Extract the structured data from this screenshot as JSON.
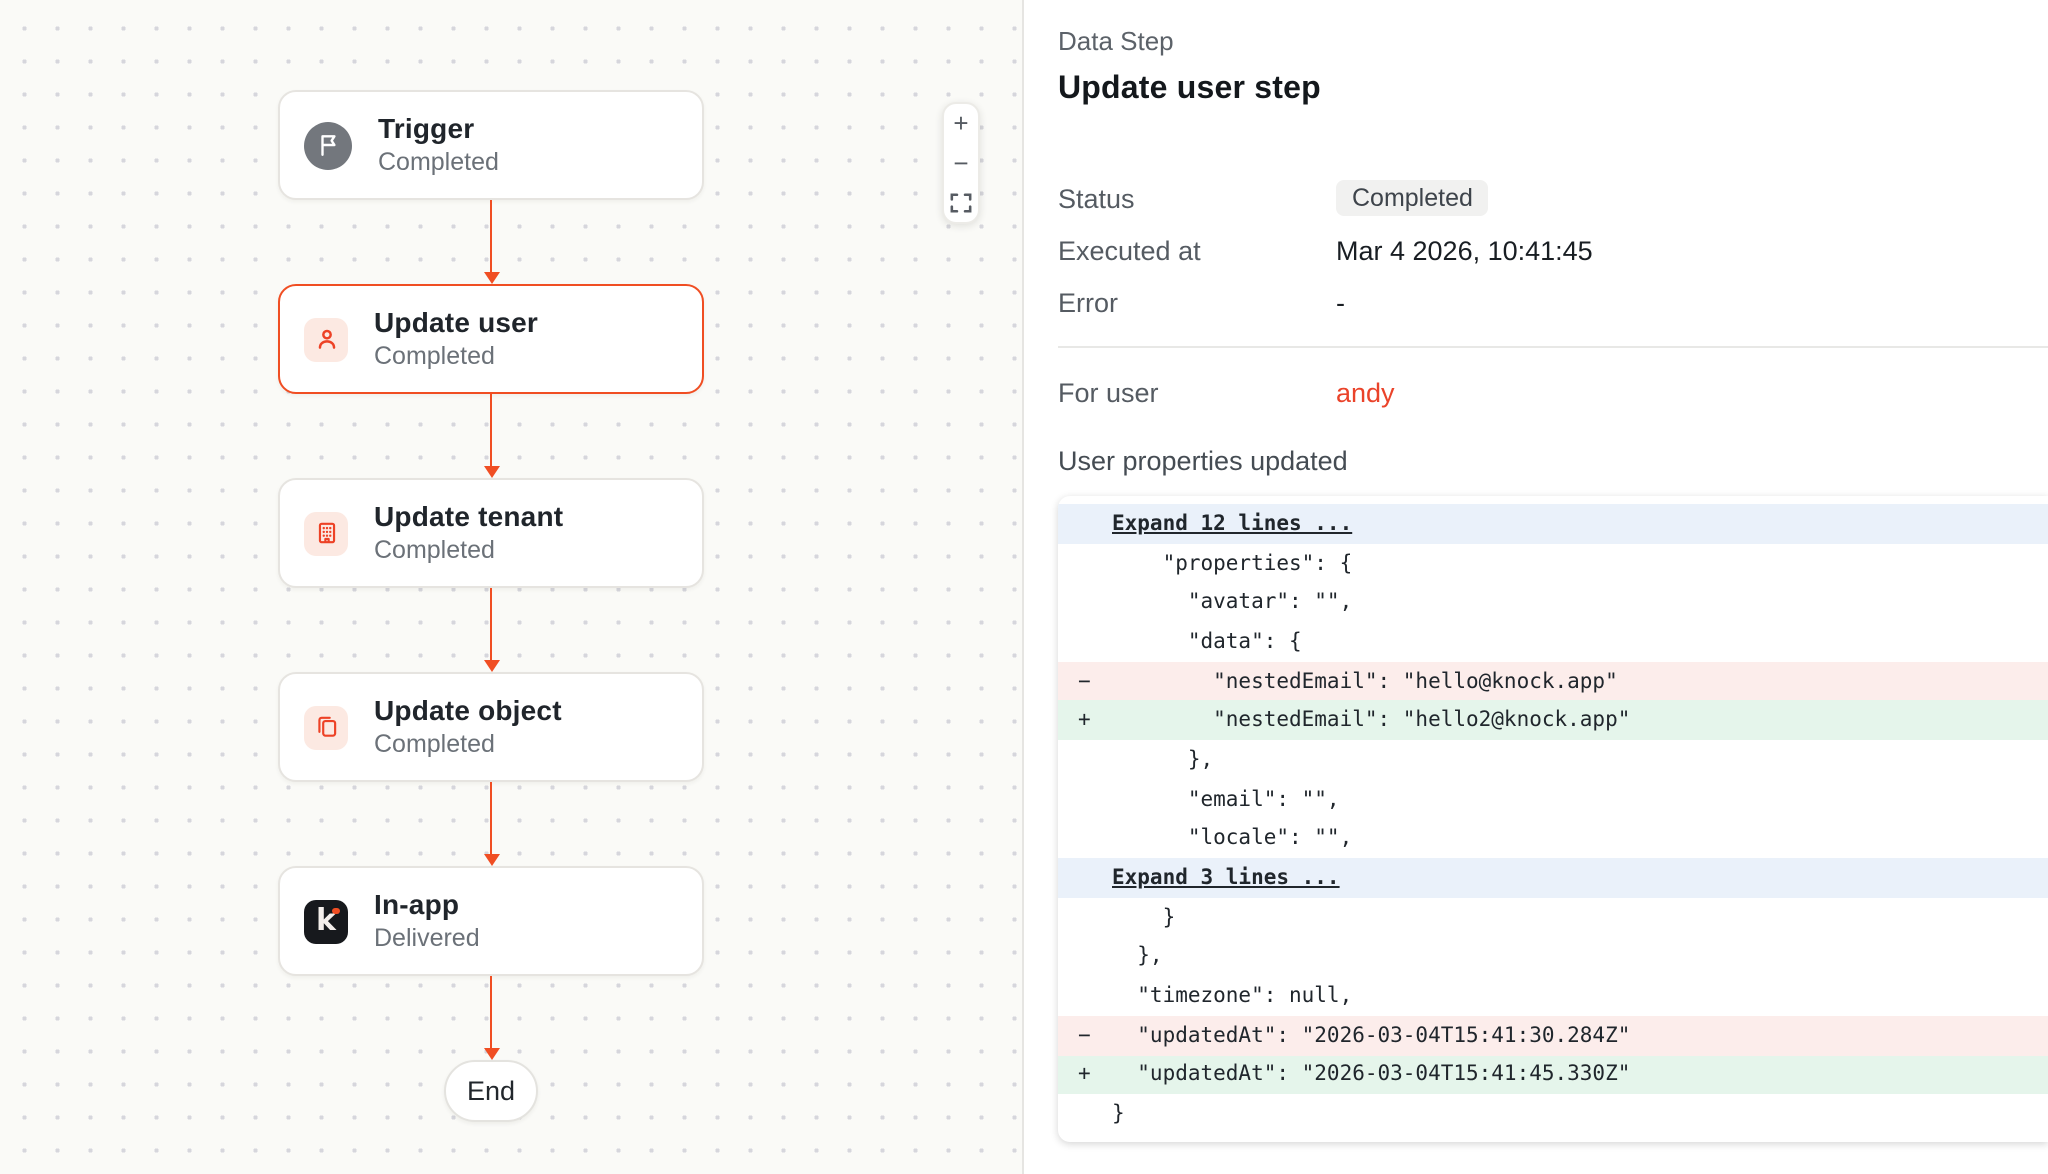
{
  "colors": {
    "accent_red": "#F04E23",
    "link_red": "#EA432A",
    "icon_tile_bg": "#FCE9E2",
    "removed_bg": "#FCEDEB",
    "added_bg": "#E5F5EB",
    "expand_bg": "#EAF1FA",
    "badge_bg": "#F1F1F0"
  },
  "canvas": {
    "nodes": [
      {
        "title": "Trigger",
        "status": "Completed",
        "icon": "flag-icon"
      },
      {
        "title": "Update user",
        "status": "Completed",
        "icon": "user-icon"
      },
      {
        "title": "Update tenant",
        "status": "Completed",
        "icon": "building-icon"
      },
      {
        "title": "Update object",
        "status": "Completed",
        "icon": "copy-icon"
      },
      {
        "title": "In-app",
        "status": "Delivered",
        "icon": "knock-logo-icon",
        "logo_letter": "k"
      }
    ],
    "end_label": "End",
    "zoom_controls": {
      "zoom_in": "+",
      "zoom_out": "−",
      "fit_view_icon": "corner-brackets"
    }
  },
  "panel": {
    "eyebrow": "Data Step",
    "title": "Update user step",
    "fields": [
      {
        "label": "Status",
        "value": "Completed"
      },
      {
        "label": "Executed at",
        "value": "Mar 4 2026, 10:41:45"
      },
      {
        "label": "Error",
        "value": "-"
      }
    ],
    "for_user": {
      "label": "For user",
      "value": "andy"
    },
    "diff": {
      "title": "User properties updated",
      "lines": [
        {
          "type": "expand",
          "marker": "",
          "text": "Expand 12 lines ..."
        },
        {
          "type": "context",
          "marker": "",
          "text": "    \"properties\": {"
        },
        {
          "type": "context",
          "marker": "",
          "text": "      \"avatar\": \"\","
        },
        {
          "type": "context",
          "marker": "",
          "text": "      \"data\": {"
        },
        {
          "type": "removed",
          "marker": "−",
          "text": "        \"nestedEmail\": \"hello@knock.app\""
        },
        {
          "type": "added",
          "marker": "+",
          "text": "        \"nestedEmail\": \"hello2@knock.app\""
        },
        {
          "type": "context",
          "marker": "",
          "text": "      },"
        },
        {
          "type": "context",
          "marker": "",
          "text": "      \"email\": \"\","
        },
        {
          "type": "context",
          "marker": "",
          "text": "      \"locale\": \"\","
        },
        {
          "type": "expand",
          "marker": "",
          "text": "Expand 3 lines ..."
        },
        {
          "type": "context",
          "marker": "",
          "text": "    }"
        },
        {
          "type": "context",
          "marker": "",
          "text": "  },"
        },
        {
          "type": "context",
          "marker": "",
          "text": "  \"timezone\": null,"
        },
        {
          "type": "removed",
          "marker": "−",
          "text": "  \"updatedAt\": \"2026-03-04T15:41:30.284Z\""
        },
        {
          "type": "added",
          "marker": "+",
          "text": "  \"updatedAt\": \"2026-03-04T15:41:45.330Z\""
        },
        {
          "type": "context",
          "marker": "",
          "text": "}"
        }
      ]
    }
  }
}
